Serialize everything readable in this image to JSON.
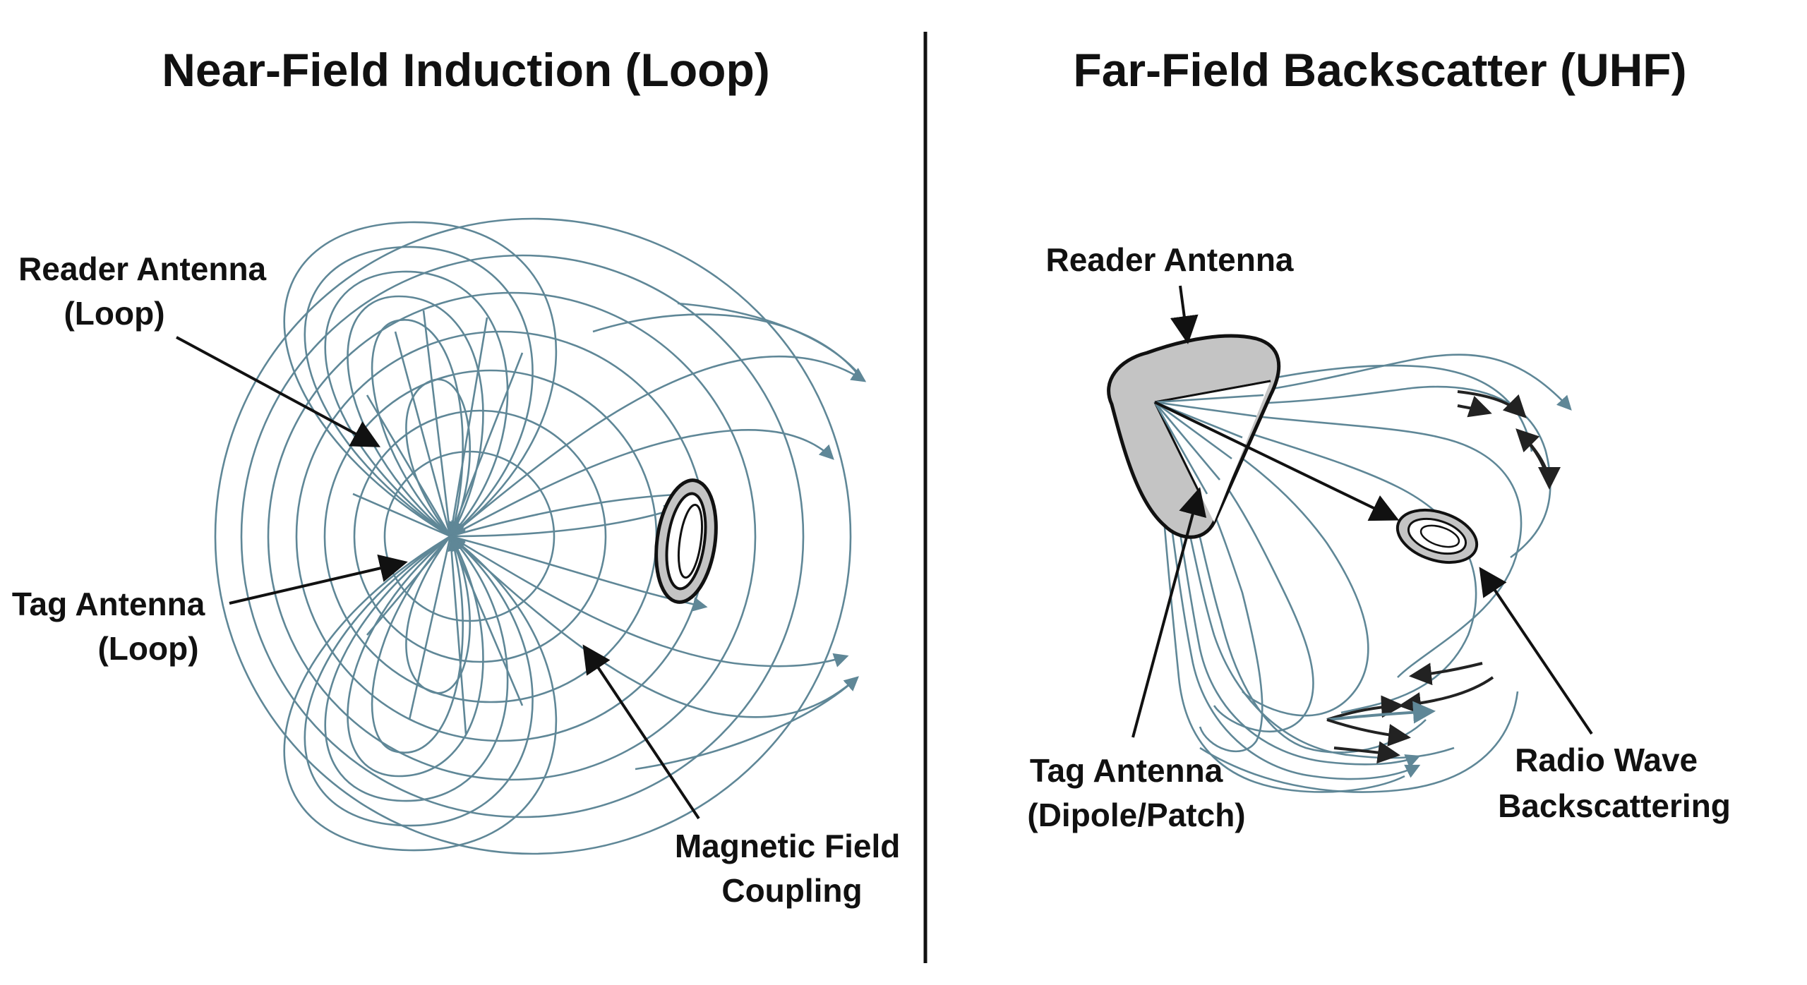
{
  "left_panel": {
    "title": "Near-Field Induction (Loop)",
    "labels": {
      "reader_antenna": [
        "Reader Antenna",
        "(Loop)"
      ],
      "tag_antenna": [
        "Tag Antenna",
        "(Loop)"
      ],
      "magnetic_field": [
        "Magnetic Field",
        "Coupling"
      ]
    }
  },
  "right_panel": {
    "title": "Far-Field Backscatter (UHF)",
    "labels": {
      "reader_antenna": [
        "Reader Antenna"
      ],
      "tag_antenna": [
        "Tag Antenna",
        "(Dipole/Patch)"
      ],
      "backscatter": [
        "Radio Wave",
        "Backscattering"
      ]
    }
  },
  "colors": {
    "field_lines": "#5f8797",
    "antenna_fill": "#c4c4c4",
    "text": "#111111"
  }
}
